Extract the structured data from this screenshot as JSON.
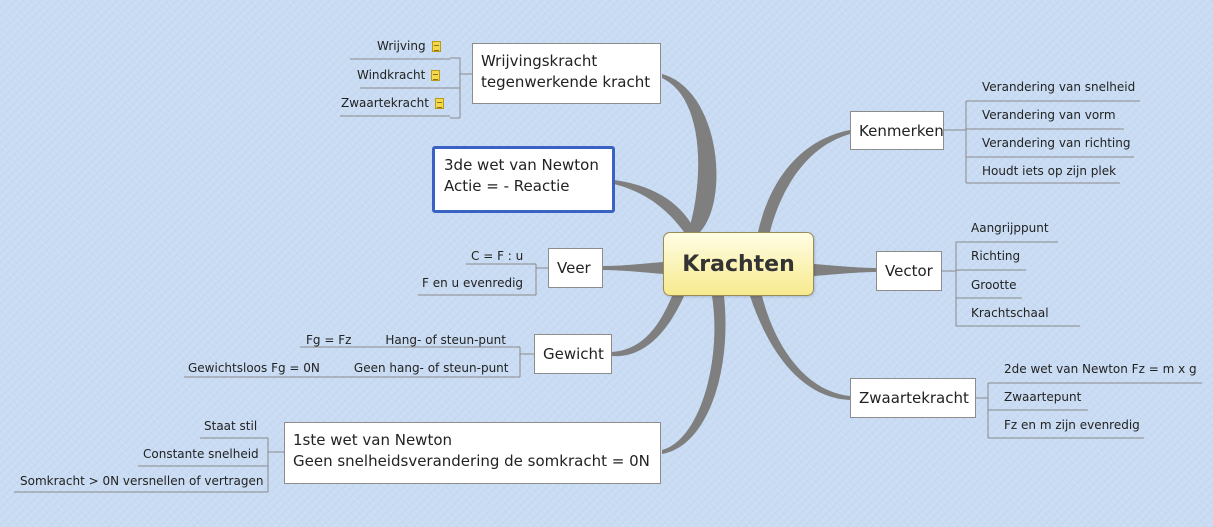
{
  "central": "Krachten",
  "left": {
    "wrijvingskracht": {
      "line1": "Wrijvingskracht",
      "line2": "tegenwerkende kracht",
      "items": [
        "Wrijving",
        "Windkracht",
        "Zwaartekracht"
      ],
      "item_icon": "note-icon"
    },
    "newton3": {
      "line1": "3de wet van Newton",
      "line2": "Actie = - Reactie"
    },
    "veer": {
      "label": "Veer",
      "items": [
        "C = F : u",
        "F en u evenredig"
      ]
    },
    "gewicht": {
      "label": "Gewicht",
      "rows": [
        {
          "left": "Fg = Fz",
          "right": "Hang- of steun-punt"
        },
        {
          "left": "Gewichtsloos Fg = 0N",
          "right": "Geen hang- of steun-punt"
        }
      ]
    },
    "newton1": {
      "line1": "1ste wet van Newton",
      "line2": "Geen snelheidsverandering de somkracht = 0N",
      "items": [
        "Staat stil",
        "Constante snelheid",
        "Somkracht > 0N versnellen of vertragen"
      ]
    }
  },
  "right": {
    "kenmerken": {
      "label": "Kenmerken",
      "items": [
        "Verandering van snelheid",
        "Verandering van  vorm",
        "Verandering van richting",
        "Houdt iets op zijn plek"
      ]
    },
    "vector": {
      "label": "Vector",
      "items": [
        "Aangrijppunt",
        "Richting",
        "Grootte",
        "Krachtschaal"
      ]
    },
    "zwaartekracht": {
      "label": "Zwaartekracht",
      "items": [
        "2de wet van Newton  Fz = m x g",
        "Zwaartepunt",
        "Fz en m zijn evenredig"
      ]
    }
  },
  "colors": {
    "branch": "#7f7f7f",
    "selected_border": "#3a62c4",
    "central_fill": "#f7ea8e",
    "background": "#c9dcf3"
  }
}
